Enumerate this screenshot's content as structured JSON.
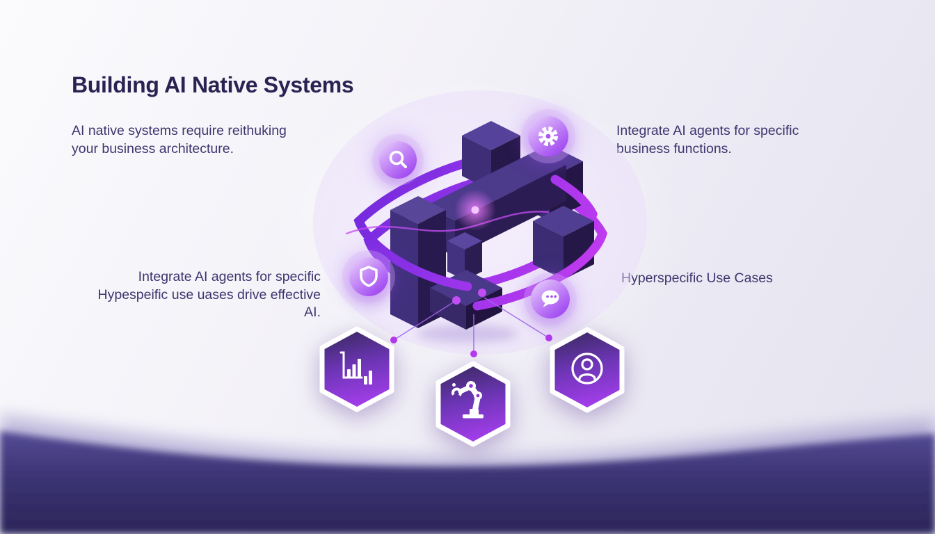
{
  "slide": {
    "title": "Building AI Native Systems",
    "callouts": {
      "top_left": {
        "line1": "AI native systems require reithuking",
        "line2": "your business architecture."
      },
      "top_right": {
        "line1": "Integrate AI agents for specific",
        "line2": "business functions."
      },
      "mid_left": {
        "line1": "Integrate AI agents for specific",
        "line2": "Hypespeific use uases drive effective AI."
      },
      "mid_right": {
        "line1": "Hyperspecific Use Cases"
      }
    },
    "icons": {
      "badges": [
        "search-icon",
        "gear-icon",
        "shield-icon",
        "chat-icon"
      ],
      "hexagons": [
        "bar-chart-icon",
        "robot-arm-icon",
        "user-icon"
      ]
    },
    "colors": {
      "title_text": "#2a2352",
      "body_text": "#3d356e",
      "ribbon_violet": "#6d28d9",
      "ribbon_magenta": "#c93bf0",
      "badge_purple": "#9a3df0",
      "cube_top": "#4f3d90",
      "cube_left": "#3c2c74",
      "cube_right": "#251747",
      "hexagon_top": "#3b2a63",
      "hexagon_bottom": "#a93ef0",
      "wave_purple": "#2b2558"
    }
  }
}
